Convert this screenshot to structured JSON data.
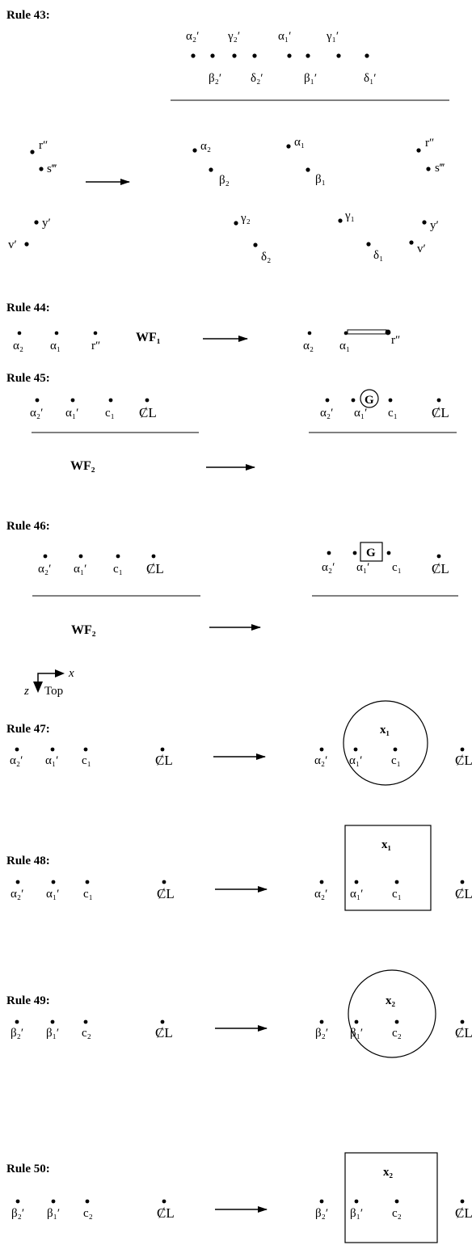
{
  "rules": {
    "r43": {
      "title": "Rule 43:",
      "top_row": [
        "α₂′",
        "γ₂′",
        "α₁′",
        "γ₁′"
      ],
      "bottom_row": [
        "β₂′",
        "δ₂′",
        "β₁′",
        "δ₁′"
      ],
      "left_points": [
        "r″",
        "s‴",
        "y′",
        "v′"
      ],
      "right_points": [
        "α₂",
        "β₂",
        "α₁",
        "β₁",
        "r″",
        "s‴",
        "γ₂",
        "δ₂",
        "γ₁",
        "δ₁",
        "y′",
        "v′"
      ]
    },
    "r44": {
      "title": "Rule 44:",
      "left": [
        "α₂",
        "α₁",
        "r″"
      ],
      "op": "WF₁",
      "right": [
        "α₂",
        "α₁",
        "r″"
      ]
    },
    "r45": {
      "title": "Rule 45:",
      "left": [
        "α₂′",
        "α₁′",
        "c₁",
        "ȻL"
      ],
      "op": "WF₂",
      "right": [
        "α₂′",
        "α₁′",
        "c₁",
        "ȻL"
      ],
      "marker": "G"
    },
    "r46": {
      "title": "Rule 46:",
      "left": [
        "α₂′",
        "α₁′",
        "c₁",
        "ȻL"
      ],
      "op": "WF₂",
      "right": [
        "α₂′",
        "α₁′",
        "c₁",
        "ȻL"
      ],
      "marker": "G"
    },
    "axes": {
      "x": "x",
      "z": "z",
      "top": "Top"
    },
    "r47": {
      "title": "Rule 47:",
      "left": [
        "α₂′",
        "α₁′",
        "c₁",
        "ȻL"
      ],
      "right": [
        "α₂′",
        "α₁′",
        "c₁",
        "ȻL"
      ],
      "group": "x₁"
    },
    "r48": {
      "title": "Rule 48:",
      "left": [
        "α₂′",
        "α₁′",
        "c₁",
        "ȻL"
      ],
      "right": [
        "α₂′",
        "α₁′",
        "c₁",
        "ȻL"
      ],
      "group": "x₁"
    },
    "r49": {
      "title": "Rule 49:",
      "left": [
        "β₂′",
        "β₁′",
        "c₂",
        "ȻL"
      ],
      "right": [
        "β₂′",
        "β₁′",
        "c₂",
        "ȻL"
      ],
      "group": "x₂"
    },
    "r50": {
      "title": "Rule 50:",
      "left": [
        "β₂′",
        "β₁′",
        "c₂",
        "ȻL"
      ],
      "right": [
        "β₂′",
        "β₁′",
        "c₂",
        "ȻL"
      ],
      "group": "x₂"
    }
  }
}
